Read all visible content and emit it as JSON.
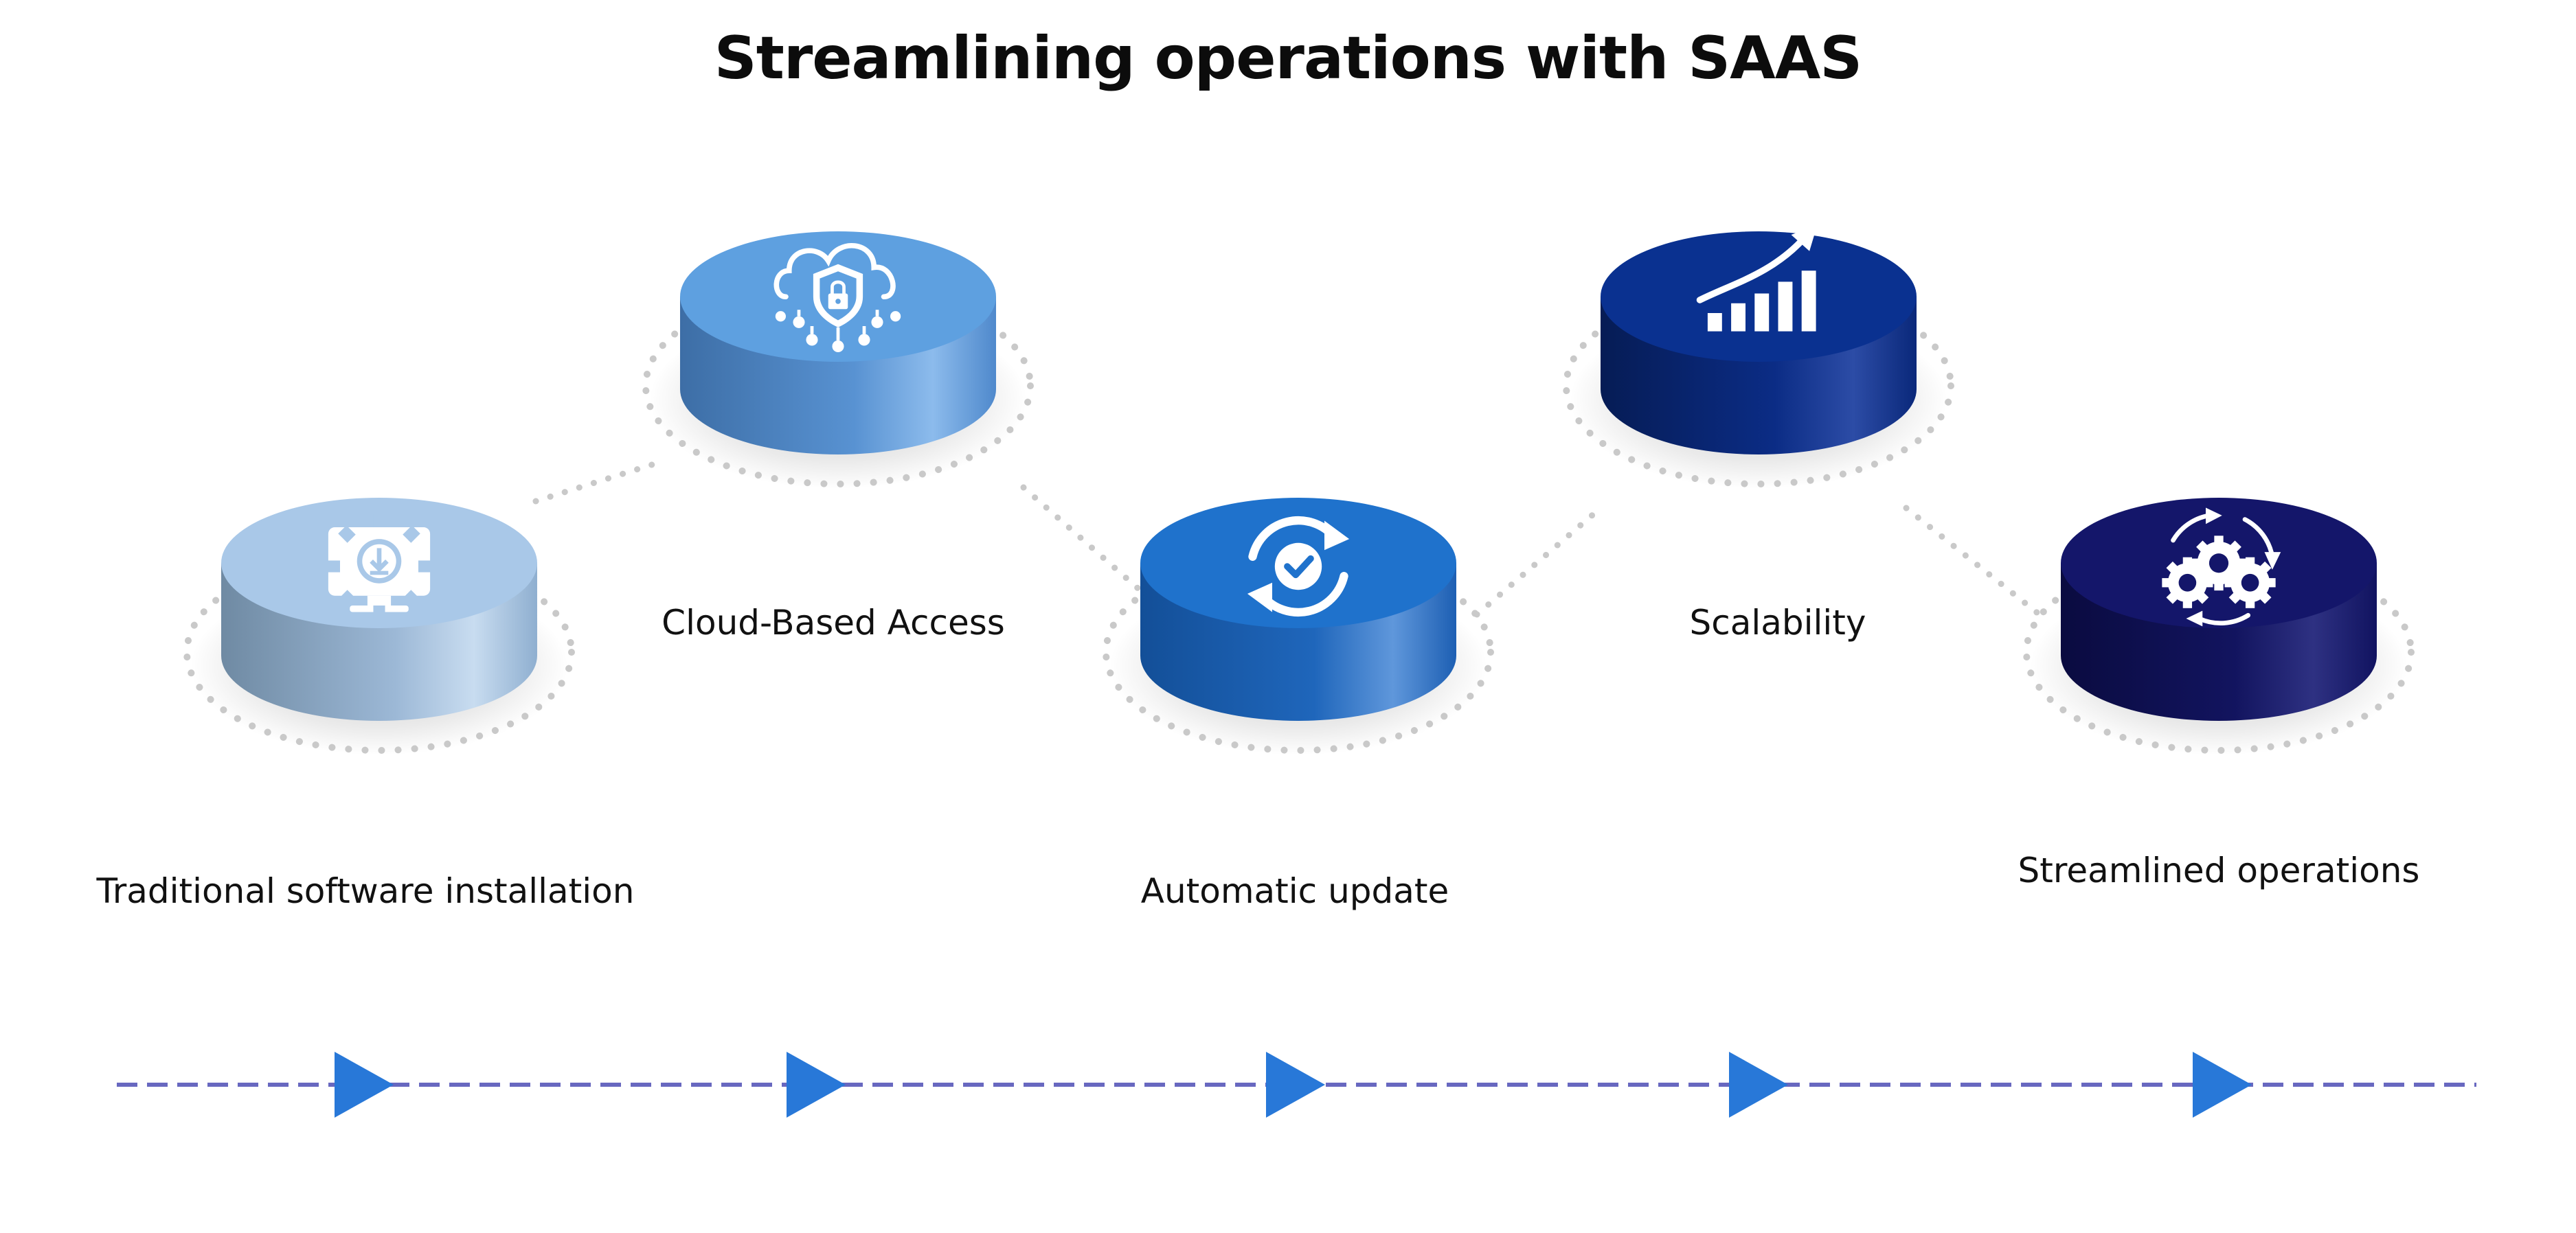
{
  "title": "Streamlining operations with SAAS",
  "steps": [
    {
      "label": "Traditional software installation",
      "icon": "monitor-gear-download-icon",
      "color": "#a9c8e8"
    },
    {
      "label": "Cloud-Based Access",
      "icon": "cloud-shield-lock-icon",
      "color": "#5ea0e0"
    },
    {
      "label": "Automatic update",
      "icon": "refresh-check-icon",
      "color": "#1f72cc"
    },
    {
      "label": "Scalability",
      "icon": "growth-bar-chart-icon",
      "color": "#0a3190"
    },
    {
      "label": "Streamlined operations",
      "icon": "gears-cycle-icon",
      "color": "#14166a"
    }
  ],
  "colors": {
    "timeline_dash": "#6868c0",
    "timeline_arrow": "#2878d8",
    "dotted_ring": "#c9c9c9"
  }
}
